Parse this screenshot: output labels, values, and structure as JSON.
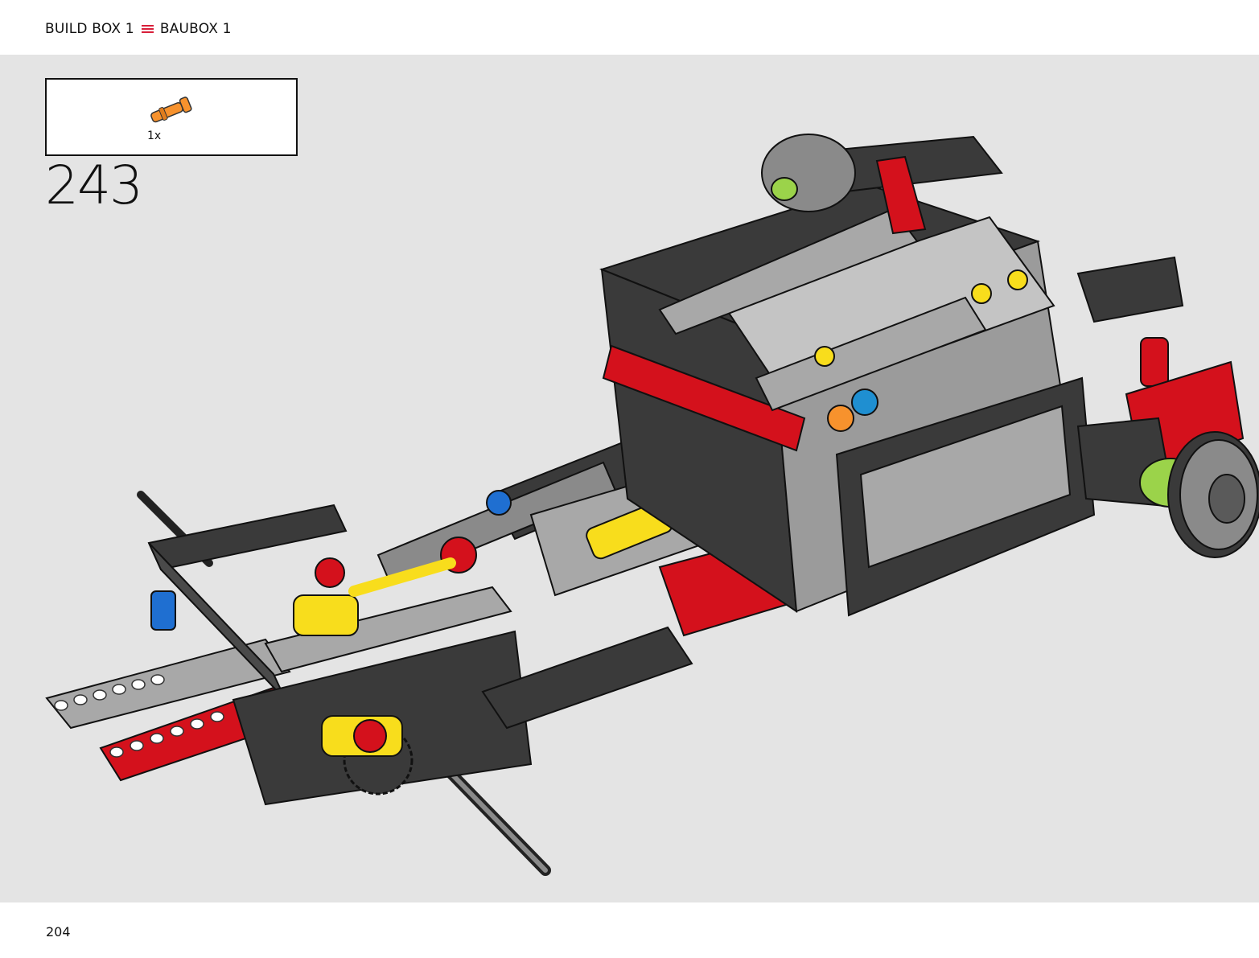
{
  "header": {
    "build_box_en": "BUILD BOX 1",
    "build_box_de": "BAUBOX 1",
    "separator_icon": "menu-lines-icon",
    "accent_color": "#d81f3a"
  },
  "parts_list": {
    "items": [
      {
        "icon": "orange-axle-pin-icon",
        "quantity": "1x",
        "color": "#f7922d"
      }
    ]
  },
  "step": {
    "number": "243"
  },
  "illustration": {
    "subject": "lego-technic-car-chassis",
    "palette": {
      "dark_gray": "#3a3a3a",
      "light_gray": "#a8a8a8",
      "red": "#d4111c",
      "yellow": "#f8dd1c",
      "blue": "#1f6fd1",
      "orange": "#f7922d",
      "lime": "#9bd34a",
      "background": "#e4e4e4"
    }
  },
  "footer": {
    "page_number": "204"
  }
}
